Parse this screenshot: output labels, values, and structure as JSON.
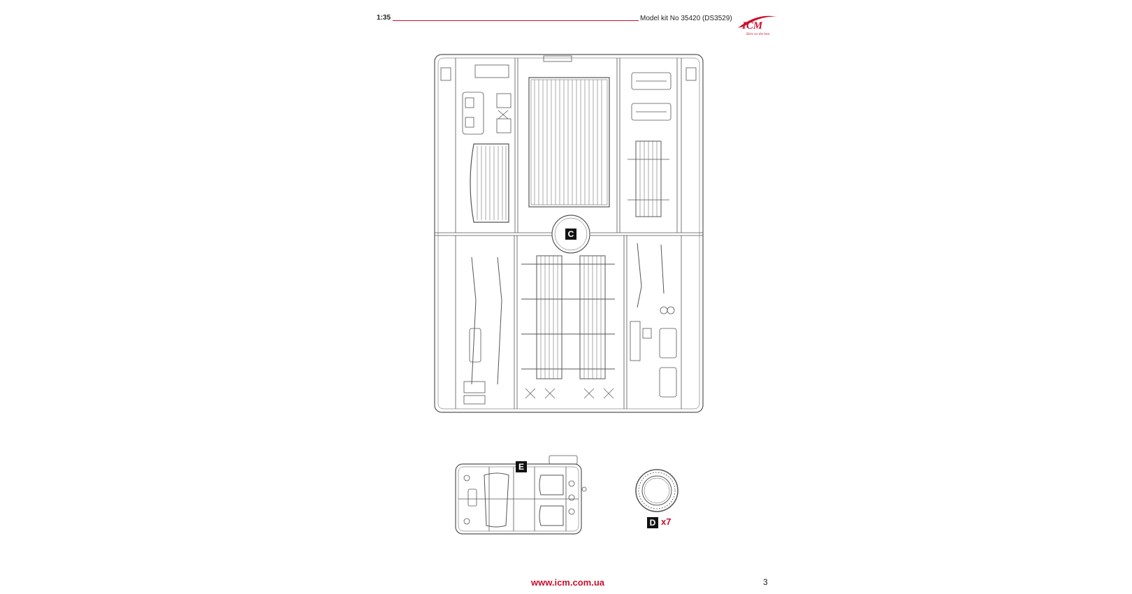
{
  "header": {
    "scale": "1:35",
    "kit_title": "Model kit No 35420 (DS3529)",
    "logo_text": "ICM",
    "logo_tagline": "Here we the best"
  },
  "sprues": {
    "main_label": "C",
    "small_label": "E",
    "wheel_label": "D",
    "wheel_count": "x7"
  },
  "footer": {
    "url": "www.icm.com.ua",
    "page_number": "3"
  },
  "colors": {
    "accent": "#c8102e",
    "line": "#555555"
  }
}
